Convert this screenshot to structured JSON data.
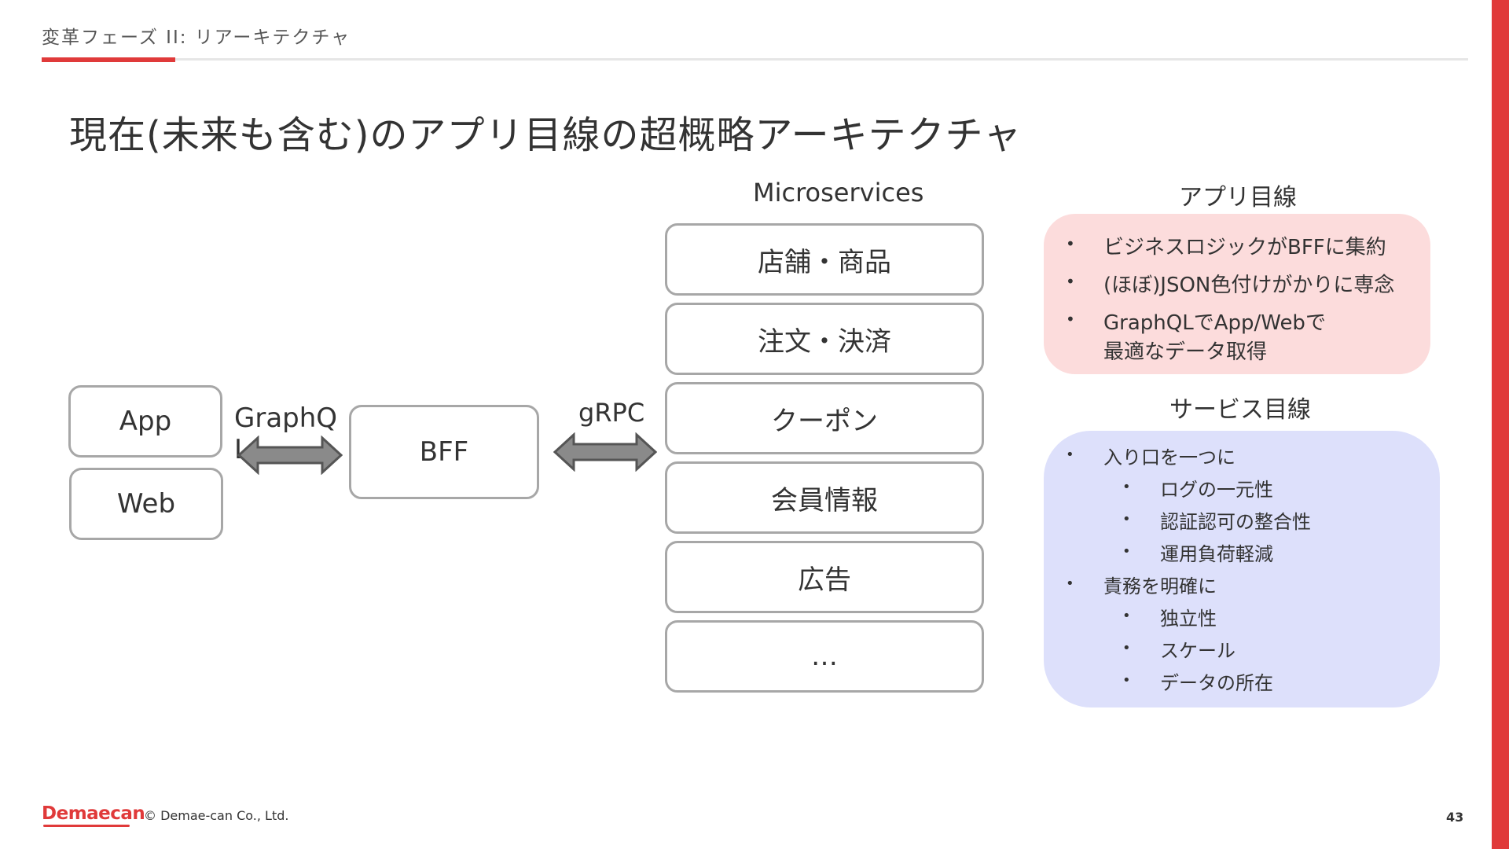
{
  "header": {
    "section": "変革フェーズ II:  リアーキテクチャ"
  },
  "title": "現在(未来も含む)のアプリ目線の超概略アーキテクチャ",
  "diagram": {
    "clients": [
      "App",
      "Web"
    ],
    "protocol_left": "GraphQL",
    "bff": "BFF",
    "protocol_right": "gRPC",
    "microservices_label": "Microservices",
    "microservices": [
      "店舗・商品",
      "注文・決済",
      "クーポン",
      "会員情報",
      "広告",
      "…"
    ]
  },
  "app_view": {
    "title": "アプリ目線",
    "bullets": [
      "ビジネスロジックがBFFに集約",
      "(ほぼ)JSON色付けがかりに専念",
      "GraphQLでApp/Webで",
      "最適なデータ取得"
    ]
  },
  "service_view": {
    "title": "サービス目線",
    "items": [
      {
        "label": "入り口を一つに",
        "sub": [
          "ログの一元性",
          "認証認可の整合性",
          "運用負荷軽減"
        ]
      },
      {
        "label": "責務を明確に",
        "sub": [
          "独立性",
          "スケール",
          "データの所在"
        ]
      }
    ]
  },
  "footer": {
    "logo": "Demaecan",
    "copyright": "© Demae-can Co., Ltd.",
    "page": "43"
  },
  "colors": {
    "accent": "#e03a3a",
    "app_panel": "#fcdcdc",
    "service_panel": "#dde0fb",
    "arrow": "#8a8a8a"
  }
}
